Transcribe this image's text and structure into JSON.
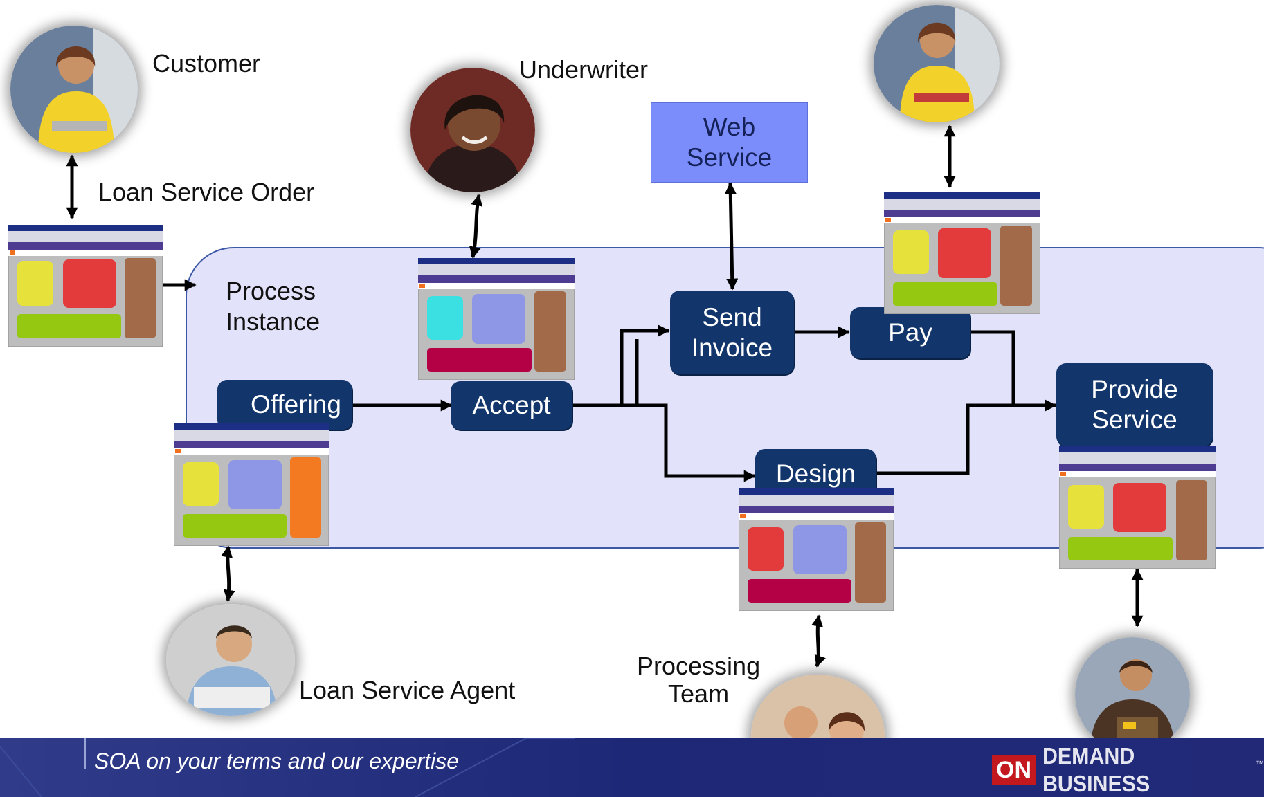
{
  "diagram": {
    "region_label": "Process\nInstance",
    "actors": {
      "customer": "Customer",
      "underwriter": "Underwriter",
      "loan_service_agent": "Loan Service Agent",
      "processing_team": "Processing\nTeam"
    },
    "edge_labels": {
      "loan_service_order": "Loan Service Order"
    },
    "steps": {
      "offering": "Offering",
      "accept": "Accept",
      "send_invoice": "Send\nInvoice",
      "pay": "Pay",
      "design": "Design",
      "provide_service": "Provide\nService"
    },
    "web_service": "Web\nService"
  },
  "footer": {
    "tagline": "SOA on your terms and our expertise",
    "logo_on": "ON",
    "logo_text": "DEMAND BUSINESS",
    "logo_tm": "™"
  },
  "colors": {
    "step_fill": "#12366b",
    "region_fill": "#e2e3fa",
    "web_service_fill": "#7b8cfb",
    "footer_bar": "#25307a",
    "logo_red": "#c2181e"
  }
}
